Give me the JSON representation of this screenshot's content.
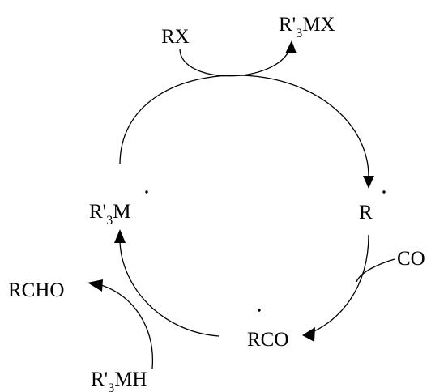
{
  "diagram": {
    "species": {
      "rx": "RX",
      "r3mx": {
        "base": "R'",
        "sub": "3",
        "rest": "MX"
      },
      "r_radical": "R",
      "co": "CO",
      "rco_radical": "RCO",
      "r3m_radical": {
        "base": "R'",
        "sub": "3",
        "rest": "M"
      },
      "rcho": "RCHO",
      "r3mh": {
        "base": "R'",
        "sub": "3",
        "rest": "MH"
      }
    },
    "colors": {
      "ink": "#000000",
      "background": "#ffffff"
    }
  }
}
